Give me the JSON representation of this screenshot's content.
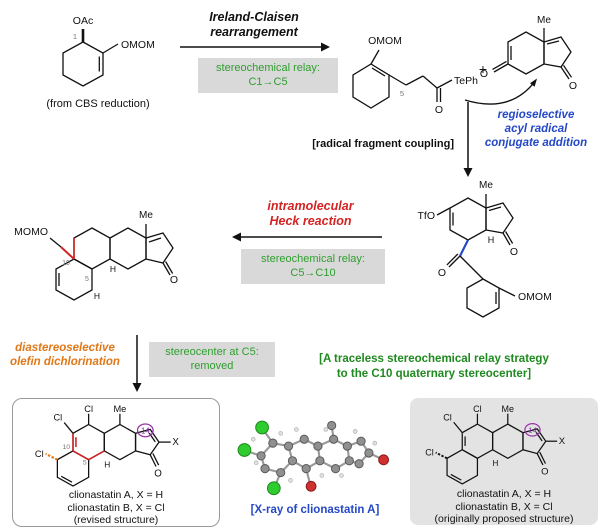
{
  "start_material": {
    "oac": "OAc",
    "omom": "OMOM",
    "locant_1": "1",
    "caption": "(from CBS reduction)"
  },
  "step1": {
    "title1": "Ireland-Claisen",
    "title2": "rearrangement",
    "relay1": "stereochemical relay:",
    "relay2": "C1→C5"
  },
  "fragments": {
    "omom": "OMOM",
    "locant_5": "5",
    "plus": "+",
    "teph": "TePh",
    "o_acyl": "O",
    "me": "Me",
    "o_ketone1": "O",
    "o_ketone2": "O"
  },
  "step2": {
    "coupling_label": "[radical fragment coupling]",
    "blue1": "regioselective",
    "blue2": "acyl radical",
    "blue3": "conjugate addition"
  },
  "triflate": {
    "tfo": "TfO",
    "me": "Me",
    "h": "H",
    "o_ring": "O",
    "o_acyl": "O",
    "omom": "OMOM"
  },
  "step3": {
    "title1": "intramolecular",
    "title2": "Heck reaction",
    "relay1": "stereochemical relay:",
    "relay2": "C5→C10"
  },
  "heck_product": {
    "momo": "MOMO",
    "me": "Me",
    "locant_10": "10",
    "locant_5": "5",
    "h1": "H",
    "h2": "H",
    "o": "O"
  },
  "step4": {
    "orange1": "diastereoselective",
    "orange2": "olefin dichlorination",
    "box1": "stereocenter at C5:",
    "box2": "removed"
  },
  "strategy": {
    "line1": "[A traceless stereochemical relay strategy",
    "line2": "to the C10 quaternary stereocenter]"
  },
  "revised": {
    "cl_a": "Cl",
    "cl_b": "Cl",
    "cl_c": "Cl",
    "me": "Me",
    "x": "X",
    "o": "O",
    "h": "H",
    "locant_10": "10",
    "locant_5": "5",
    "locant_14": "14",
    "caption1": "clionastatin A, X = H",
    "caption2": "clionastatin B, X = Cl",
    "caption3": "(revised structure)"
  },
  "xray": {
    "caption": "[X-ray of clionastatin A]"
  },
  "proposed": {
    "cl_a": "Cl",
    "cl_b": "Cl",
    "cl_c": "Cl",
    "me": "Me",
    "x": "X",
    "o": "O",
    "h": "H",
    "locant_14": "14",
    "caption1": "clionastatin A, X = H",
    "caption2": "clionastatin B, X = Cl",
    "caption3": "(originally proposed structure)"
  }
}
